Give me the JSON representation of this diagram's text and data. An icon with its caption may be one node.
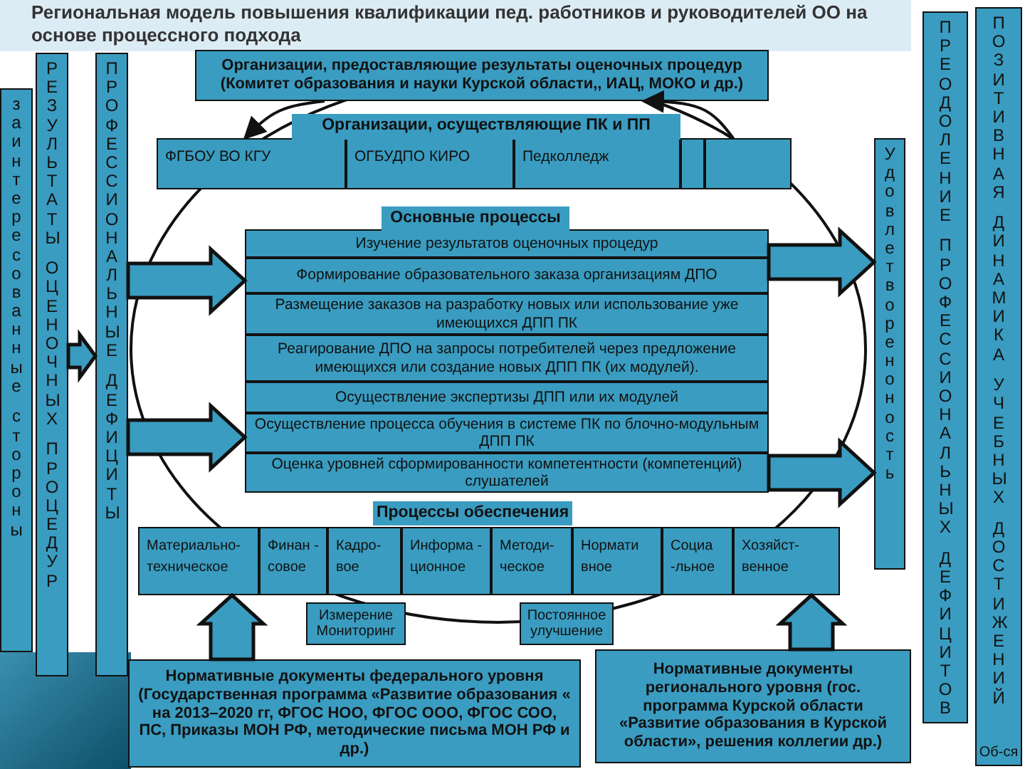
{
  "diagram": {
    "title": "Региональная модель повышения квалификации пед. работников и руководителей ОО на основе процессного подхода",
    "nodes": [
      {
        "text": [
          "заинтересованные стороны"
        ]
      },
      {
        "text": [
          "РЕЗУЛЬТАТЫ ОЦЕНОЧНЫХ ПРОЦЕДУР"
        ]
      },
      {
        "text": [
          "ПРОФЕССИОНАЛЬНЫЕ ДЕФИЦИТЫ"
        ]
      },
      {
        "text": [
          "Организации, предоставляющие результаты оценочных процедур (Комитет образования и науки Курской области,, ИАЦ, МОКО и др.)"
        ]
      },
      {
        "text": [
          "Организации, осуществляющие ПК и ПП"
        ]
      },
      {
        "text": [
          "ФГБОУ ВО КГУ"
        ]
      },
      {
        "text": [
          "ОГБУДПО КИРО"
        ]
      },
      {
        "text": [
          "Педколледж"
        ]
      },
      {
        "text": [],
        "shape": "box"
      },
      {
        "text": [],
        "shape": "box"
      },
      {
        "text": [
          "Основные процессы"
        ]
      },
      {
        "text": [
          "Изучение результатов оценочных процедур"
        ]
      },
      {
        "text": [
          "Формирование образовательного заказа организациям ДПО"
        ]
      },
      {
        "text": [
          "Размещение заказов на разработку новых или использование уже имеющихся ДПП ПК"
        ]
      },
      {
        "text": [
          "Реагирование ДПО на запросы потребителей через предложение имеющихся или создание новых ДПП ПК (их модулей)."
        ]
      },
      {
        "text": [
          "Осуществление экспертизы ДПП или их модулей"
        ]
      },
      {
        "text": [
          "Осуществление процесса обучения в системе ПК по блочно-модульным ДПП ПК"
        ]
      },
      {
        "text": [
          "Оценка уровней сформированности компетентности (компетенций) слушателей"
        ]
      },
      {
        "text": [
          "Процессы обеспечения"
        ]
      },
      {
        "text": [
          "Материально- техническое"
        ]
      },
      {
        "text": [
          "Финан - совое"
        ]
      },
      {
        "text": [
          "Кадро- вое"
        ]
      },
      {
        "text": [
          "Информа - ционное"
        ]
      },
      {
        "text": [
          "Методи- ческое"
        ]
      },
      {
        "text": [
          "Нормати вное"
        ]
      },
      {
        "text": [
          "Социа -льное"
        ]
      },
      {
        "text": [
          "Хозяйст- венное"
        ]
      },
      {
        "text": [
          "Измерение Мониторинг"
        ]
      },
      {
        "text": [
          "Постоянное улучшение"
        ]
      },
      {
        "text": [
          "Нормативные документы федерального уровня (Государственная программа «Развитие образования « на 2013–2020 гг, ФГОС НОО, ФГОС ООО, ФГОС СОО, ПС, Приказы МОН РФ, методические письма МОН РФ и др.)"
        ]
      },
      {
        "text": [
          "Нормативные документы регионального уровня (гос. программа Курской области «Развитие образования в Курской области», решения коллегии др.)"
        ]
      },
      {
        "text": [
          "Удовлетвореноность"
        ]
      },
      {
        "text": [
          "ПРЕОДОЛЕНИЕ ПРОФЕССИОНАЛЬНЫХ ДЕФИЦИТОВ"
        ]
      },
      {
        "text": [
          "ПОЗИТИВНАЯ ДИНАМИКА УЧЕБНЫХ ДОСТИЖЕНИЙ",
          "Об-ся"
        ]
      }
    ],
    "edges": [
      {
        "from": 1,
        "to": 2,
        "arrow": "to",
        "style": "thick"
      },
      {
        "from": 2,
        "to": 12,
        "arrow": "to",
        "style": "thick"
      },
      {
        "from": 2,
        "to": 16,
        "arrow": "to",
        "style": "thick"
      },
      {
        "from": 12,
        "to": 31,
        "arrow": "to",
        "style": "thick"
      },
      {
        "from": 17,
        "to": 31,
        "arrow": "to",
        "style": "thick"
      },
      {
        "from": 29,
        "to": 19,
        "arrow": "to",
        "style": "thick"
      },
      {
        "from": 30,
        "to": 26,
        "arrow": "to",
        "style": "thick"
      },
      {
        "from": 3,
        "to": 5,
        "arrow": "to"
      },
      {
        "from": 9,
        "to": 3,
        "arrow": "to"
      }
    ]
  }
}
